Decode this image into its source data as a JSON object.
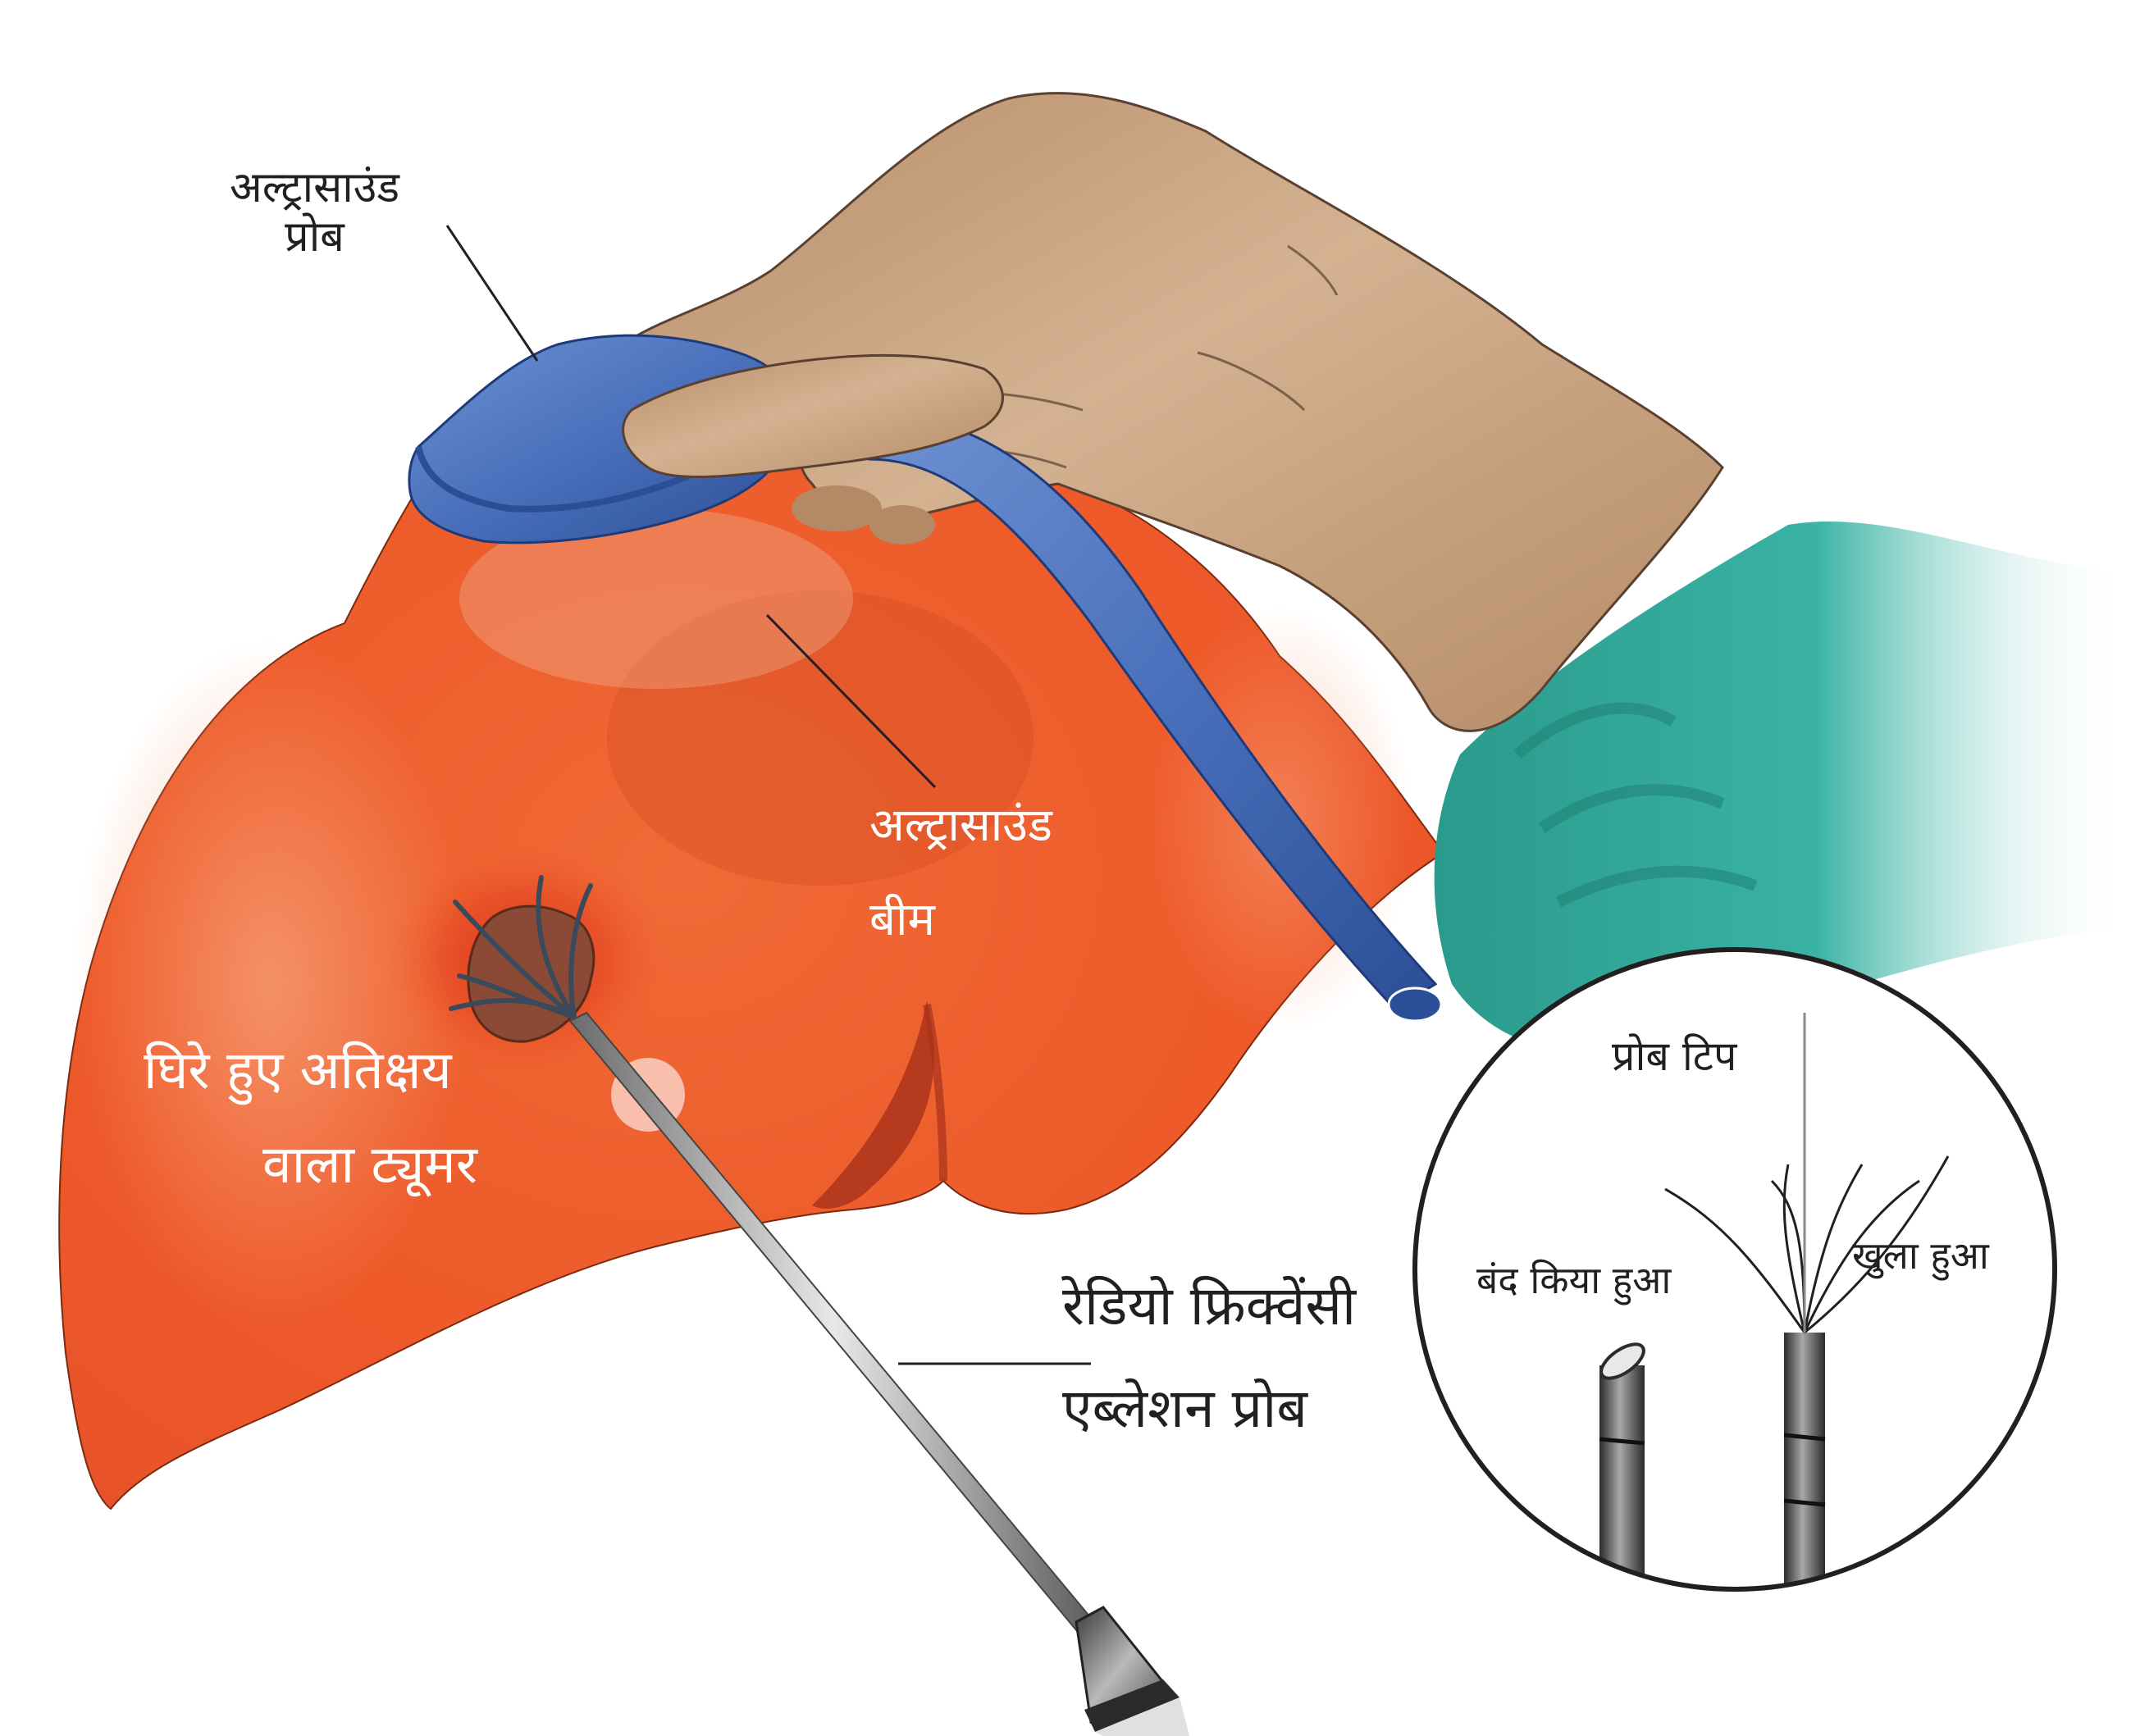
{
  "labels": {
    "ultrasound_probe_line1": "अल्ट्रासाउंड",
    "ultrasound_probe_line2": "प्रोब",
    "ultrasound_beam_line1": "अल्ट्रासाउंड",
    "ultrasound_beam_line2": "बीम",
    "tumor_line1": "घिरे हुए अतिक्षय",
    "tumor_line2": "वाला ट्यूमर",
    "rfa_probe_line1": "रेडियो फ्रिक्वेंसी",
    "rfa_probe_line2": "एब्लेशन प्रोब",
    "probe_tip": "प्रोब टिप",
    "closed": "बंद किया हुआ",
    "open": "खुला हुआ"
  },
  "colors": {
    "liver": "#ee5a2a",
    "liver_highlight": "#f59a72",
    "liver_shadow": "#c23f1a",
    "probe_blue": "#3a5faa",
    "skin": "#c9a37f",
    "sleeve": "#2fa89a",
    "tumor": "#8a4a35",
    "line": "#231f20"
  }
}
